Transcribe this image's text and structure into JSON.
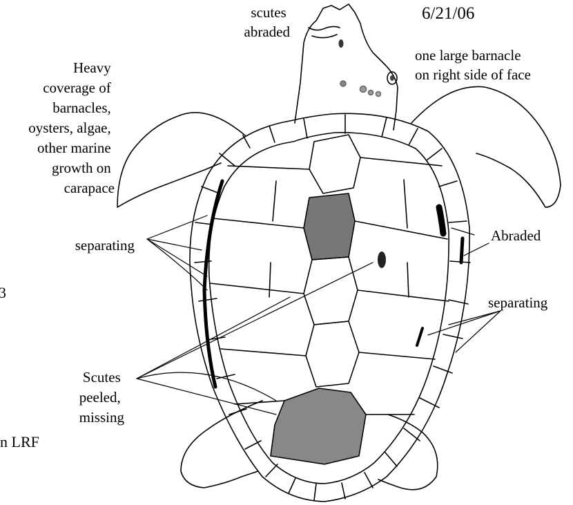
{
  "labels": {
    "date": "6/21/06",
    "scutes_abraded": [
      "scutes",
      "abraded"
    ],
    "barnacle": [
      "one large barnacle",
      "on right side of face"
    ],
    "heavy_coverage": [
      "Heavy",
      "coverage of",
      "barnacles,",
      "oysters, algae,",
      "other marine",
      "growth on",
      "carapace"
    ],
    "separating_left": "separating",
    "abraded_right": "Abraded",
    "separating_right": "separating",
    "scutes_peeled": [
      "Scutes",
      "peeled,",
      "missing"
    ],
    "edge_fragment_a": "3",
    "edge_fragment_b": "n LRF"
  }
}
